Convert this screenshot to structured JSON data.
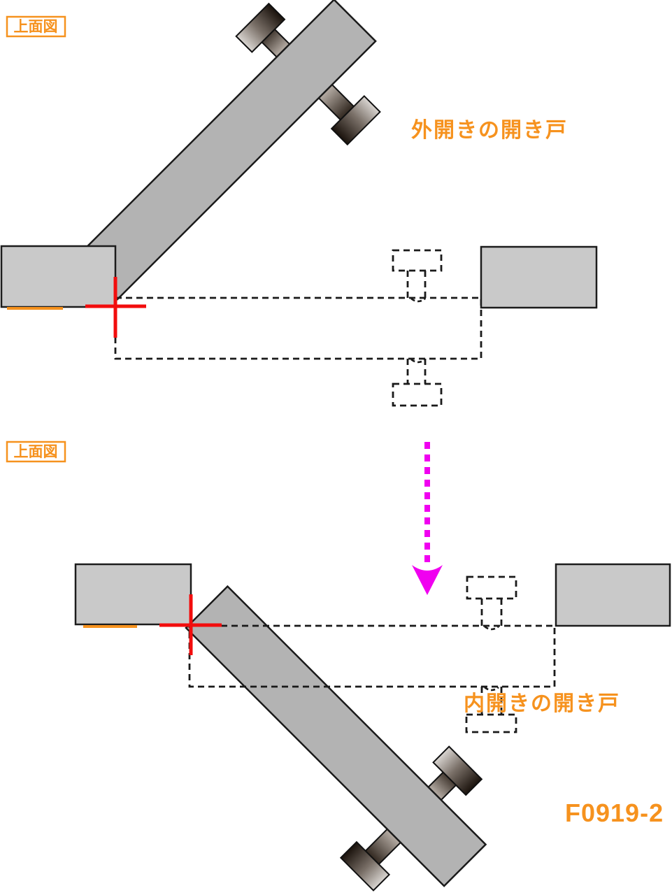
{
  "figure_code": "F0919-2",
  "colors": {
    "orange": "#F6921E",
    "red": "#F20D0D",
    "magenta": "#F000F0",
    "door_gray": "#b3b3b3",
    "wall_gray": "#c9c9c9"
  },
  "diagrams": [
    {
      "view_label": "上面図",
      "caption": "外開きの開き戸"
    },
    {
      "view_label": "上面図",
      "caption": "内開きの開き戸"
    }
  ]
}
